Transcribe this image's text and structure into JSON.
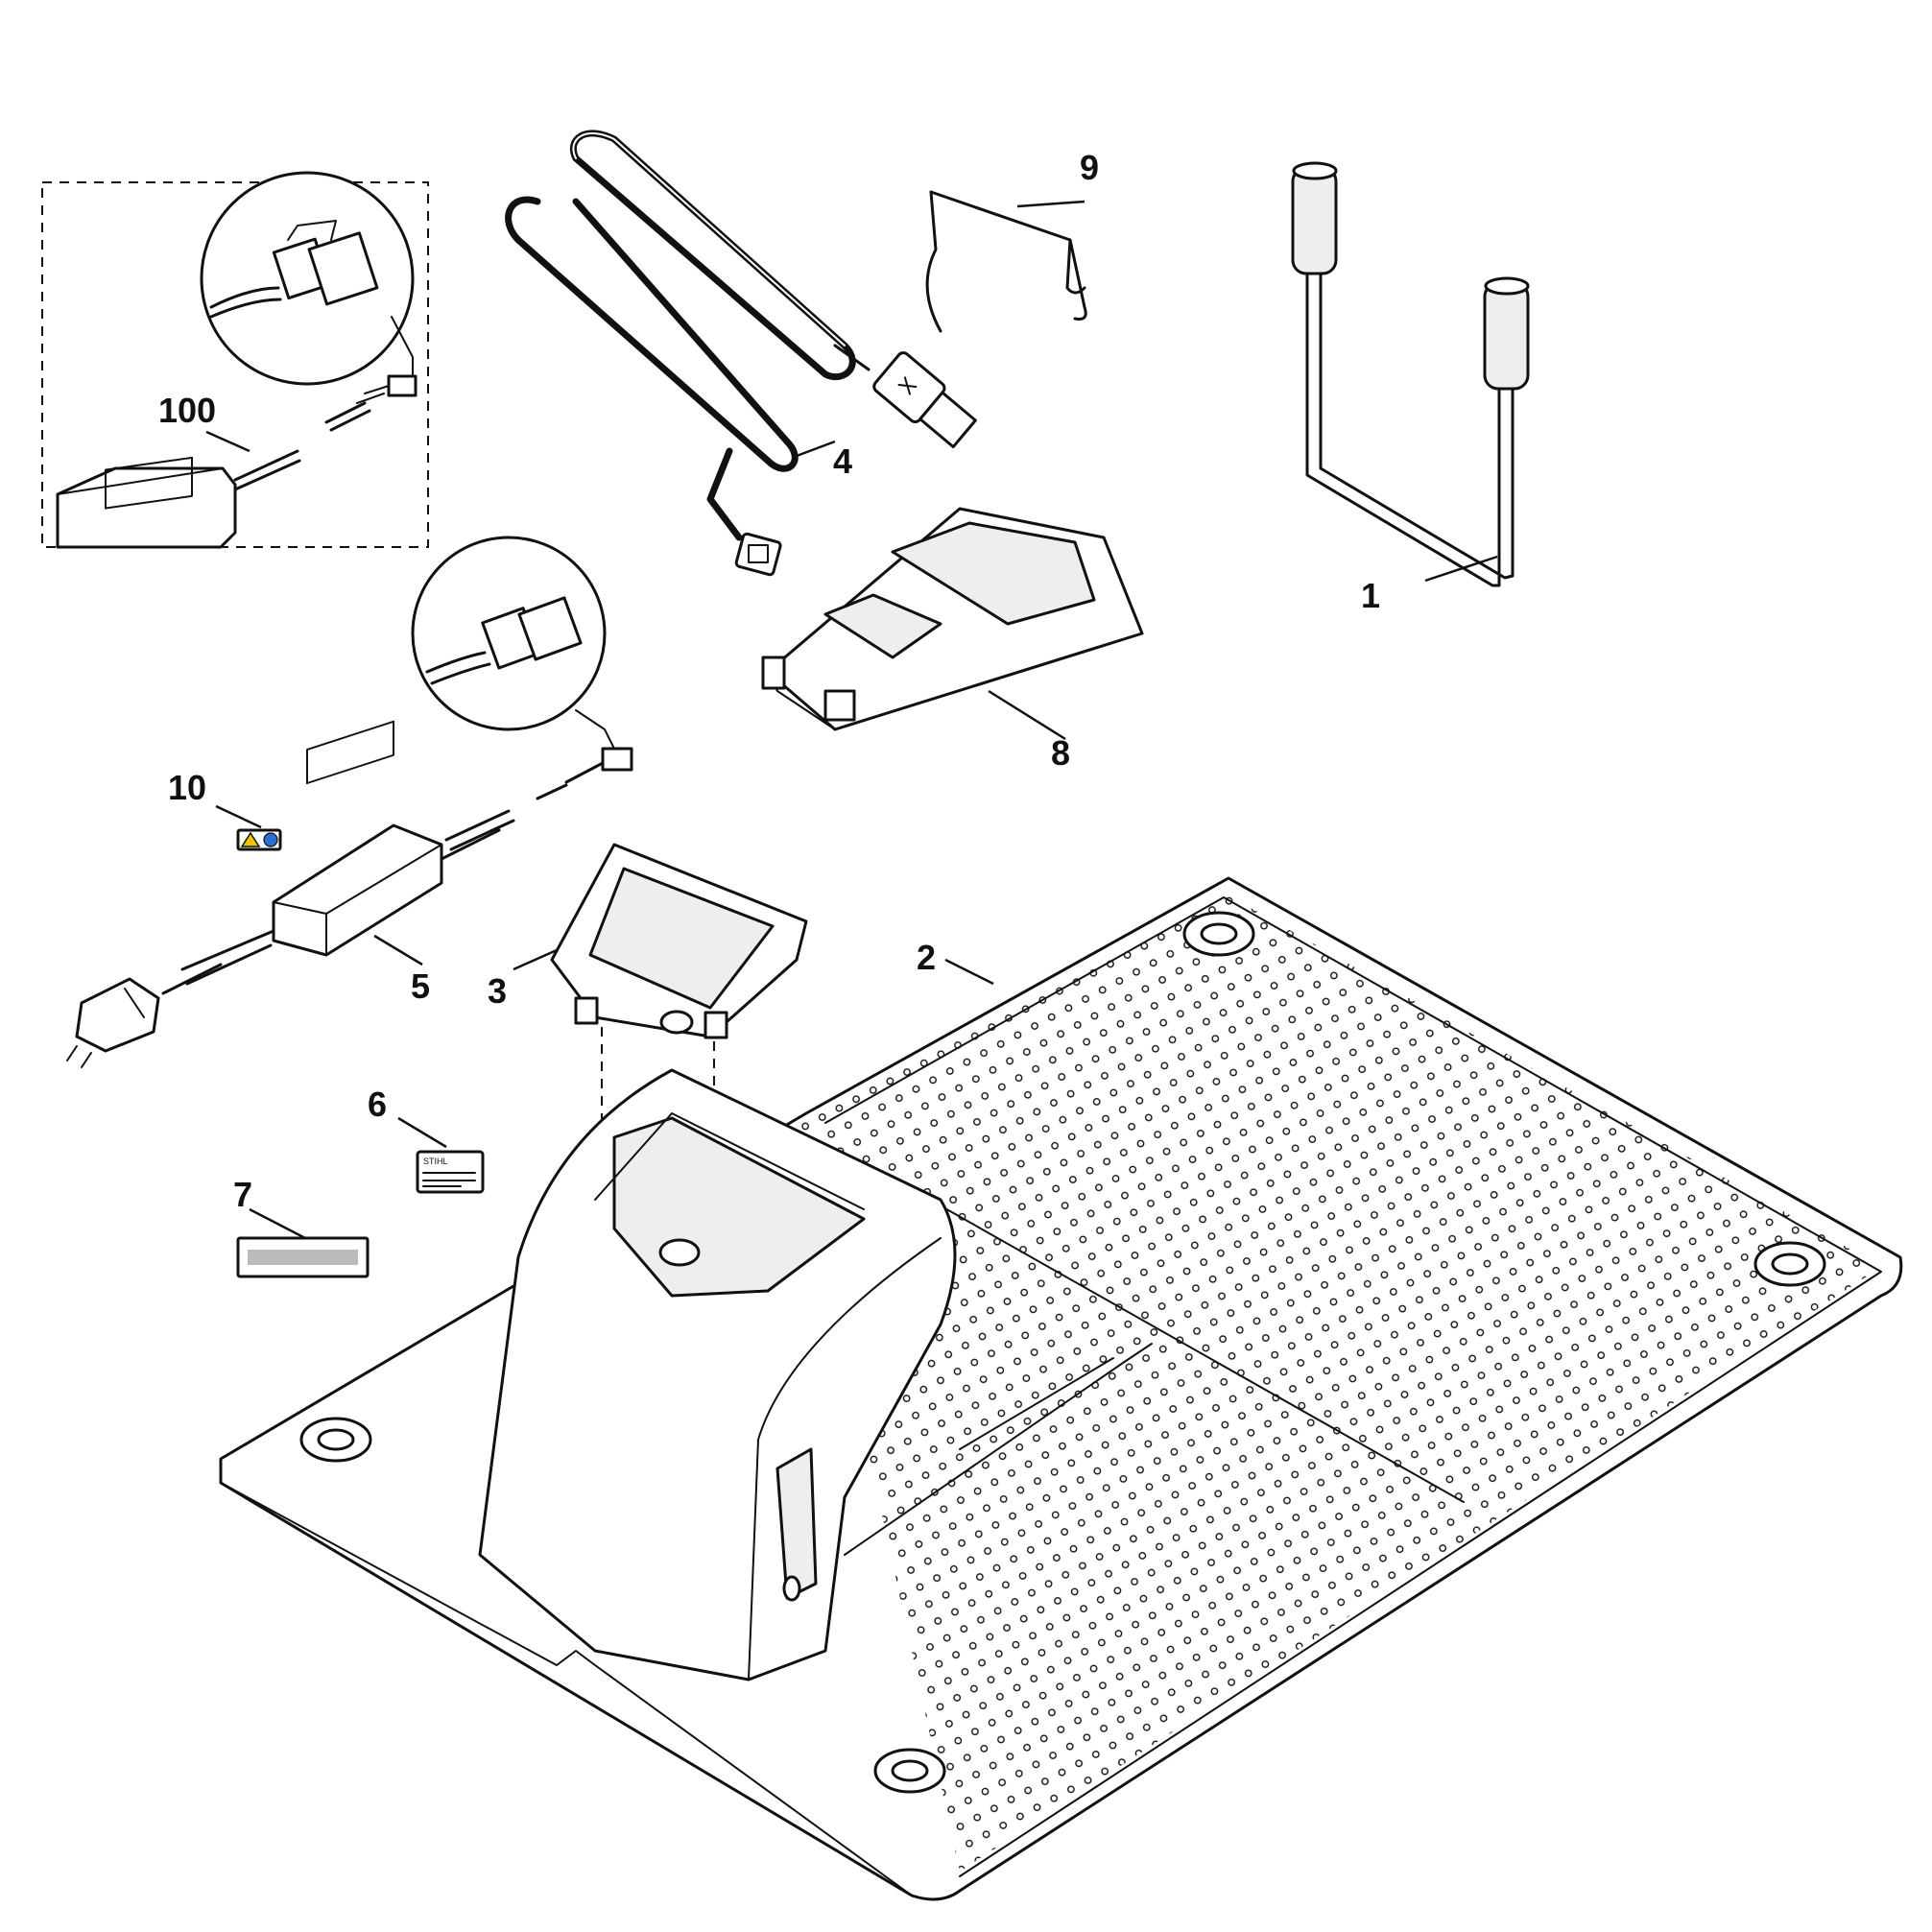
{
  "labels": {
    "p1": "1",
    "p2": "2",
    "p3": "3",
    "p4": "4",
    "p5": "5",
    "p6": "6",
    "p7": "7",
    "p8": "8",
    "p9": "9",
    "p10": "10",
    "p100": "100"
  },
  "decal_brand": "STIHL",
  "colors": {
    "line": "#111111",
    "background": "#ffffff",
    "label_bar": "#bbbbbb"
  }
}
